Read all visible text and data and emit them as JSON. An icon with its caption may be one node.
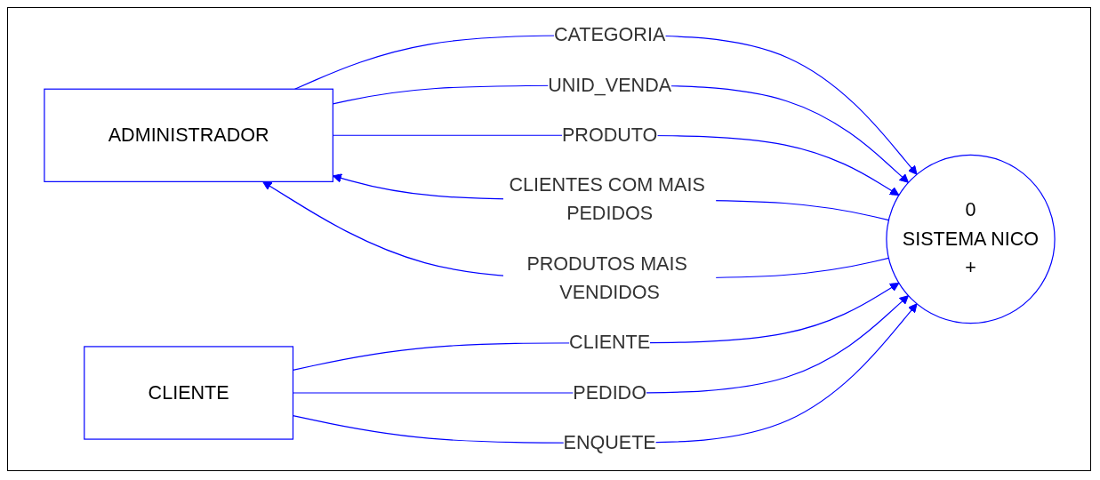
{
  "diagram": {
    "nodes": [
      {
        "text": [
          "ADMINISTRADOR"
        ]
      },
      {
        "text": [
          "CLIENTE"
        ]
      },
      {
        "text": [
          "0",
          "SISTEMA NICO",
          "+"
        ]
      }
    ],
    "edges": [
      {
        "from": 0,
        "to": 2,
        "arrow": "to",
        "label": "CATEGORIA"
      },
      {
        "from": 0,
        "to": 2,
        "arrow": "to",
        "label": "UNID_VENDA"
      },
      {
        "from": 0,
        "to": 2,
        "arrow": "to",
        "label": "PRODUTO"
      },
      {
        "from": 1,
        "to": 2,
        "arrow": "to",
        "label": "CLIENTE"
      },
      {
        "from": 1,
        "to": 2,
        "arrow": "to",
        "label": "PEDIDO"
      },
      {
        "from": 1,
        "to": 2,
        "arrow": "to",
        "label": "ENQUETE"
      },
      {
        "from": 2,
        "to": 0,
        "arrow": "to",
        "label": "CLIENTES COM MAIS PEDIDOS"
      },
      {
        "from": 2,
        "to": 0,
        "arrow": "to",
        "label": "PRODUTOS MAIS VENDIDOS"
      }
    ]
  }
}
